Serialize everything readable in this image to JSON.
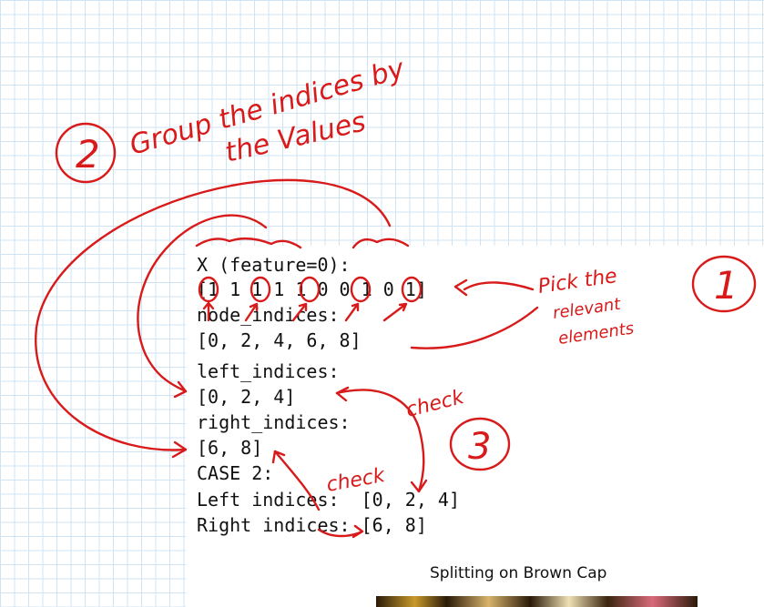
{
  "code_output": {
    "lines": [
      "X (feature=0):",
      "[1 1 1 1 1 0 0 1 0 1]",
      "node_indices:",
      "[0, 2, 4, 6, 8]",
      "left_indices:",
      "[0, 2, 4]",
      "right_indices:",
      "[6, 8]",
      "CASE 2:",
      "Left indices:  [0, 2, 4]",
      "Right indices: [6, 8]"
    ]
  },
  "figure": {
    "caption": "Splitting on Brown Cap"
  },
  "annotations": {
    "step1_number": "1",
    "step1_note_line1": "Pick the",
    "step1_note_line2": "relevant",
    "step1_note_line3": "elements",
    "step2_number": "2",
    "step2_note_line1": "Group the indices by",
    "step2_note_line2": "the Values",
    "step3_number": "3",
    "check_label_1": "check",
    "check_label_2": "check",
    "ink_color": "#d81a1a"
  }
}
